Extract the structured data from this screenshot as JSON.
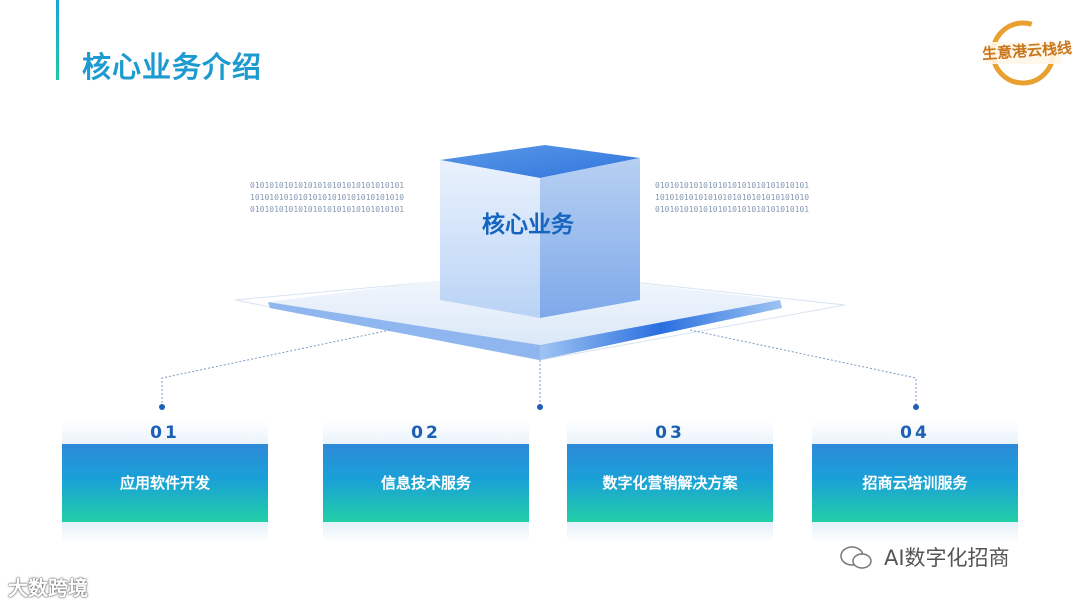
{
  "header": {
    "title": "核心业务介绍"
  },
  "logo": {
    "text": "生意港云栈线"
  },
  "core": {
    "label": "核心业务"
  },
  "binary": {
    "left_lines": [
      "01010101010101010101010101010101",
      "10101010101010101010101010101010",
      "01010101010101010101010101010101"
    ],
    "right_lines": [
      "01010101010101010101010101010101",
      "10101010101010101010101010101010",
      "01010101010101010101010101010101"
    ]
  },
  "cards": [
    {
      "num": "01",
      "label": "应用软件开发"
    },
    {
      "num": "02",
      "label": "信息技术服务"
    },
    {
      "num": "03",
      "label": "数字化营销解决方案"
    },
    {
      "num": "04",
      "label": "招商云培训服务"
    }
  ],
  "watermarks": {
    "left": "大数跨境",
    "right": "AI数字化招商"
  },
  "colors": {
    "title": "#1d9bd1",
    "card_top": "#2e8ad8",
    "card_bottom": "#22cfa6",
    "cube_label": "#1565c0"
  }
}
